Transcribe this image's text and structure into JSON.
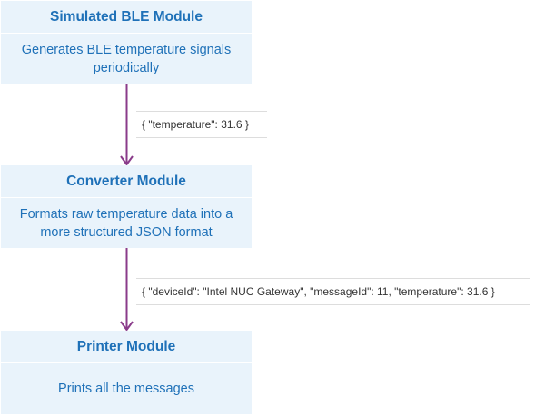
{
  "modules": [
    {
      "title": "Simulated BLE Module",
      "description": "Generates BLE temperature signals periodically"
    },
    {
      "title": "Converter Module",
      "description": "Formats raw temperature data into a more structured JSON format"
    },
    {
      "title": "Printer Module",
      "description": "Prints all the messages"
    }
  ],
  "messages": [
    {
      "text": "{ \"temperature\": 31.6 }"
    },
    {
      "text": "{ \"deviceId\": \"Intel NUC Gateway\", \"messageId\": 11, \"temperature\": 31.6 }"
    }
  ],
  "colors": {
    "box_fill": "#e9f3fb",
    "title_text": "#1f71b8",
    "arrow": "#8a3b8a"
  }
}
